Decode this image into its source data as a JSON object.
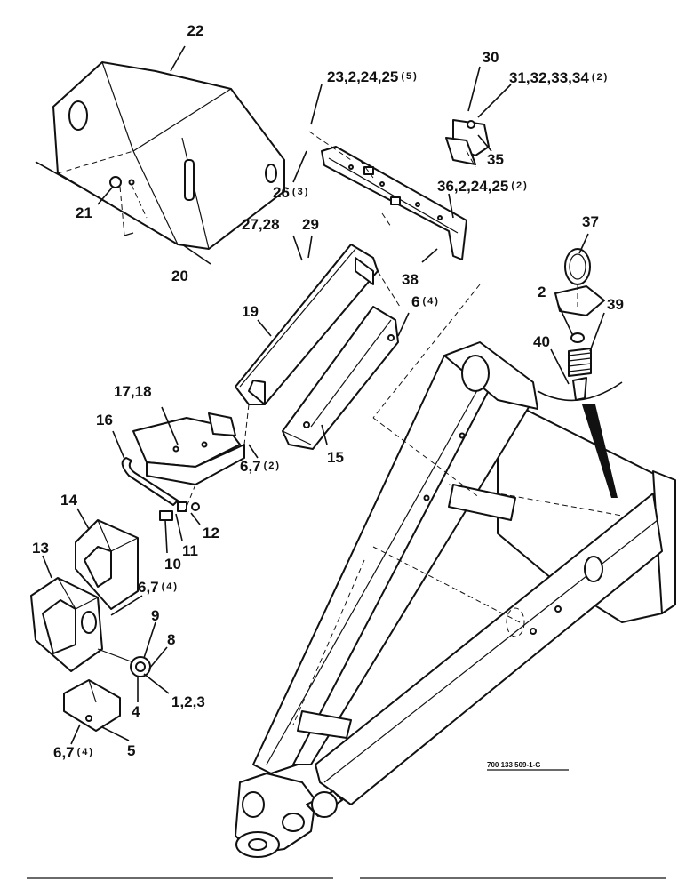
{
  "diagram": {
    "callouts": [
      {
        "key": "c22",
        "text": "22",
        "qty": ""
      },
      {
        "key": "c23",
        "text": "23,2,24,25",
        "qty": "(5)"
      },
      {
        "key": "c30",
        "text": "30",
        "qty": ""
      },
      {
        "key": "c31",
        "text": "31,32,33,34",
        "qty": "(2)"
      },
      {
        "key": "c35",
        "text": "35",
        "qty": ""
      },
      {
        "key": "c26",
        "text": "26",
        "qty": "(3)"
      },
      {
        "key": "c36",
        "text": "36,2,24,25",
        "qty": "(2)"
      },
      {
        "key": "c21",
        "text": "21",
        "qty": ""
      },
      {
        "key": "c27",
        "text": "27,28",
        "qty": ""
      },
      {
        "key": "c29",
        "text": "29",
        "qty": ""
      },
      {
        "key": "c37",
        "text": "37",
        "qty": ""
      },
      {
        "key": "c20",
        "text": "20",
        "qty": ""
      },
      {
        "key": "c38",
        "text": "38",
        "qty": ""
      },
      {
        "key": "c19",
        "text": "19",
        "qty": ""
      },
      {
        "key": "c6a",
        "text": "6",
        "qty": "(4)"
      },
      {
        "key": "c2",
        "text": "2",
        "qty": ""
      },
      {
        "key": "c39",
        "text": "39",
        "qty": ""
      },
      {
        "key": "c40",
        "text": "40",
        "qty": ""
      },
      {
        "key": "c17",
        "text": "17,18",
        "qty": ""
      },
      {
        "key": "c16",
        "text": "16",
        "qty": ""
      },
      {
        "key": "c15",
        "text": "15",
        "qty": ""
      },
      {
        "key": "c67b",
        "text": "6,7",
        "qty": "(2)"
      },
      {
        "key": "c14",
        "text": "14",
        "qty": ""
      },
      {
        "key": "c12",
        "text": "12",
        "qty": ""
      },
      {
        "key": "c11",
        "text": "11",
        "qty": ""
      },
      {
        "key": "c10",
        "text": "10",
        "qty": ""
      },
      {
        "key": "c13",
        "text": "13",
        "qty": ""
      },
      {
        "key": "c67c",
        "text": "6,7",
        "qty": "(4)"
      },
      {
        "key": "c9",
        "text": "9",
        "qty": ""
      },
      {
        "key": "c8",
        "text": "8",
        "qty": ""
      },
      {
        "key": "c4",
        "text": "4",
        "qty": ""
      },
      {
        "key": "c123",
        "text": "1,2,3",
        "qty": ""
      },
      {
        "key": "c67d",
        "text": "6,7",
        "qty": "(4)"
      },
      {
        "key": "c5",
        "text": "5",
        "qty": ""
      }
    ],
    "figure_reference": "700 133 509-1-G"
  }
}
